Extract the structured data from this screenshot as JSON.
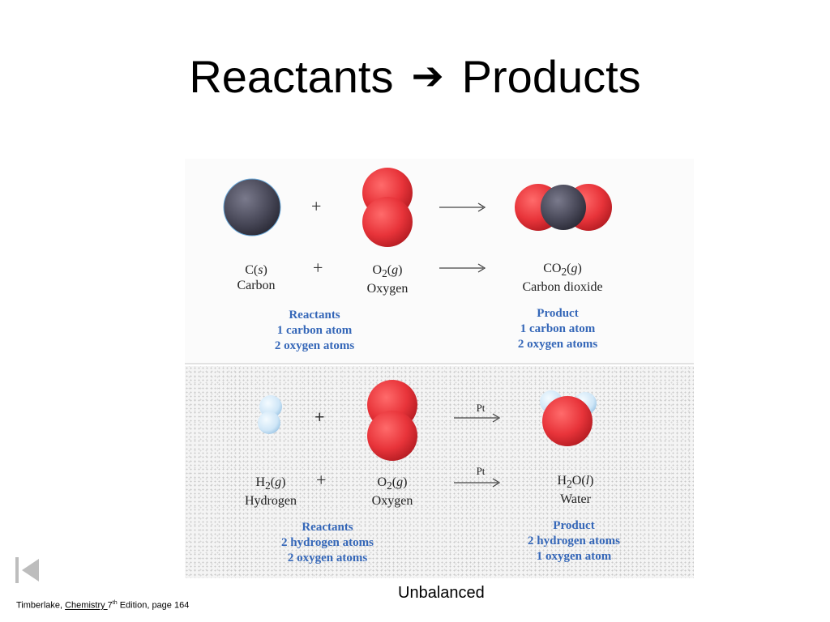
{
  "title": {
    "left": "Reactants",
    "arrow": "➔",
    "right": "Products"
  },
  "top_reaction": {
    "plus": "+",
    "reactant1": {
      "formula_main": "C",
      "state": "s",
      "name": "Carbon"
    },
    "reactant2": {
      "formula_main": "O",
      "subscript": "2",
      "state": "g",
      "name": "Oxygen"
    },
    "product": {
      "formula_main": "CO",
      "subscript": "2",
      "state": "g",
      "name": "Carbon dioxide"
    },
    "reactants_summary": [
      "Reactants",
      "1 carbon atom",
      "2 oxygen atoms"
    ],
    "product_summary": [
      "Product",
      "1 carbon atom",
      "2 oxygen atoms"
    ]
  },
  "bottom_reaction": {
    "plus": "+",
    "catalyst": "Pt",
    "reactant1": {
      "formula_main": "H",
      "subscript": "2",
      "state": "g",
      "name": "Hydrogen"
    },
    "reactant2": {
      "formula_main": "O",
      "subscript": "2",
      "state": "g",
      "name": "Oxygen"
    },
    "product": {
      "formula_main": "H",
      "subscript": "2",
      "formula_tail": "O",
      "state": "l",
      "name": "Water"
    },
    "reactants_summary": [
      "Reactants",
      "2 hydrogen atoms",
      "2 oxygen atoms"
    ],
    "product_summary": [
      "Product",
      "2 hydrogen atoms",
      "1 oxygen atom"
    ]
  },
  "caption": "Unbalanced",
  "citation": {
    "author": "Timberlake, ",
    "book": "Chemistry ",
    "edition_num": "7",
    "edition_sup": "th",
    "rest": " Edition, page 164"
  },
  "colors": {
    "oxygen": "#e8343a",
    "carbon": "#4a4a5a",
    "hydrogen": "#cfe6f7",
    "label_blue": "#3567b8"
  }
}
